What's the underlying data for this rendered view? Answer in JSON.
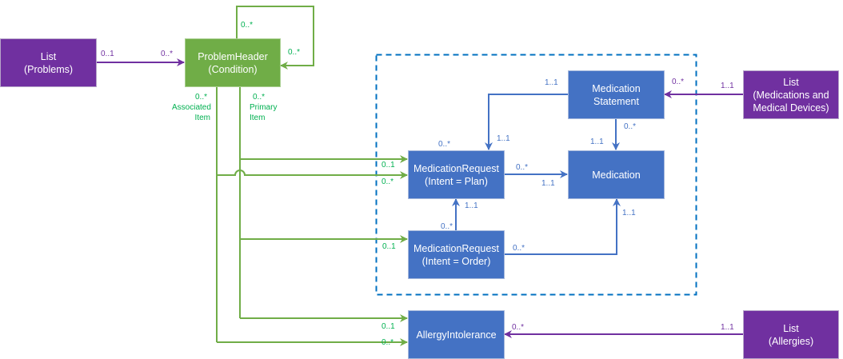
{
  "colors": {
    "list": "#7030a0",
    "condition": "#70ad47",
    "medication": "#4472c4",
    "group_border": "#0070c0",
    "green_label": "#00b050"
  },
  "nodes": {
    "list_problems": {
      "line1": "List",
      "line2": "(Problems)"
    },
    "problem_header": {
      "line1": "ProblemHeader",
      "line2": "(Condition)"
    },
    "medication_statement": {
      "line1": "Medication",
      "line2": "Statement"
    },
    "medication_request_plan": {
      "line1": "MedicationRequest",
      "line2": "(Intent = Plan)"
    },
    "medication": {
      "line1": "Medication"
    },
    "medication_request_order": {
      "line1": "MedicationRequest",
      "line2": "(Intent = Order)"
    },
    "allergy_intolerance": {
      "line1": "AllergyIntolerance"
    },
    "list_medications": {
      "line1": "List",
      "line2": "(Medications and",
      "line3": "Medical Devices)"
    },
    "list_allergies": {
      "line1": "List",
      "line2": "(Allergies)"
    }
  },
  "labels": {
    "problems_src": "0..1",
    "problems_dst": "0..*",
    "self_loop_top": "0..*",
    "self_loop_right": "0..*",
    "associated_mult": "0..*",
    "associated_text1": "Associated",
    "associated_text2": "Item",
    "primary_mult": "0..*",
    "primary_text1": "Primary",
    "primary_text2": "Item",
    "plan_primary": "0..1",
    "plan_associated": "0..*",
    "order_primary": "0..1",
    "allergy_primary": "0..1",
    "allergy_associated": "0..*",
    "stmt_to_plan_src": "1..1",
    "stmt_to_plan_dst": "1..1",
    "plan_top": "0..*",
    "plan_to_med_src": "0..*",
    "plan_to_med_dst": "1..1",
    "stmt_to_med_src": "0..*",
    "stmt_to_med_dst": "1..1",
    "order_to_plan_src": "0..*",
    "order_to_plan_dst": "1..1",
    "order_to_med_src": "0..*",
    "order_to_med_dst": "1..1",
    "medlist_dst": "0..*",
    "medlist_src": "1..1",
    "allergylist_dst": "0..*",
    "allergylist_src": "1..1"
  }
}
